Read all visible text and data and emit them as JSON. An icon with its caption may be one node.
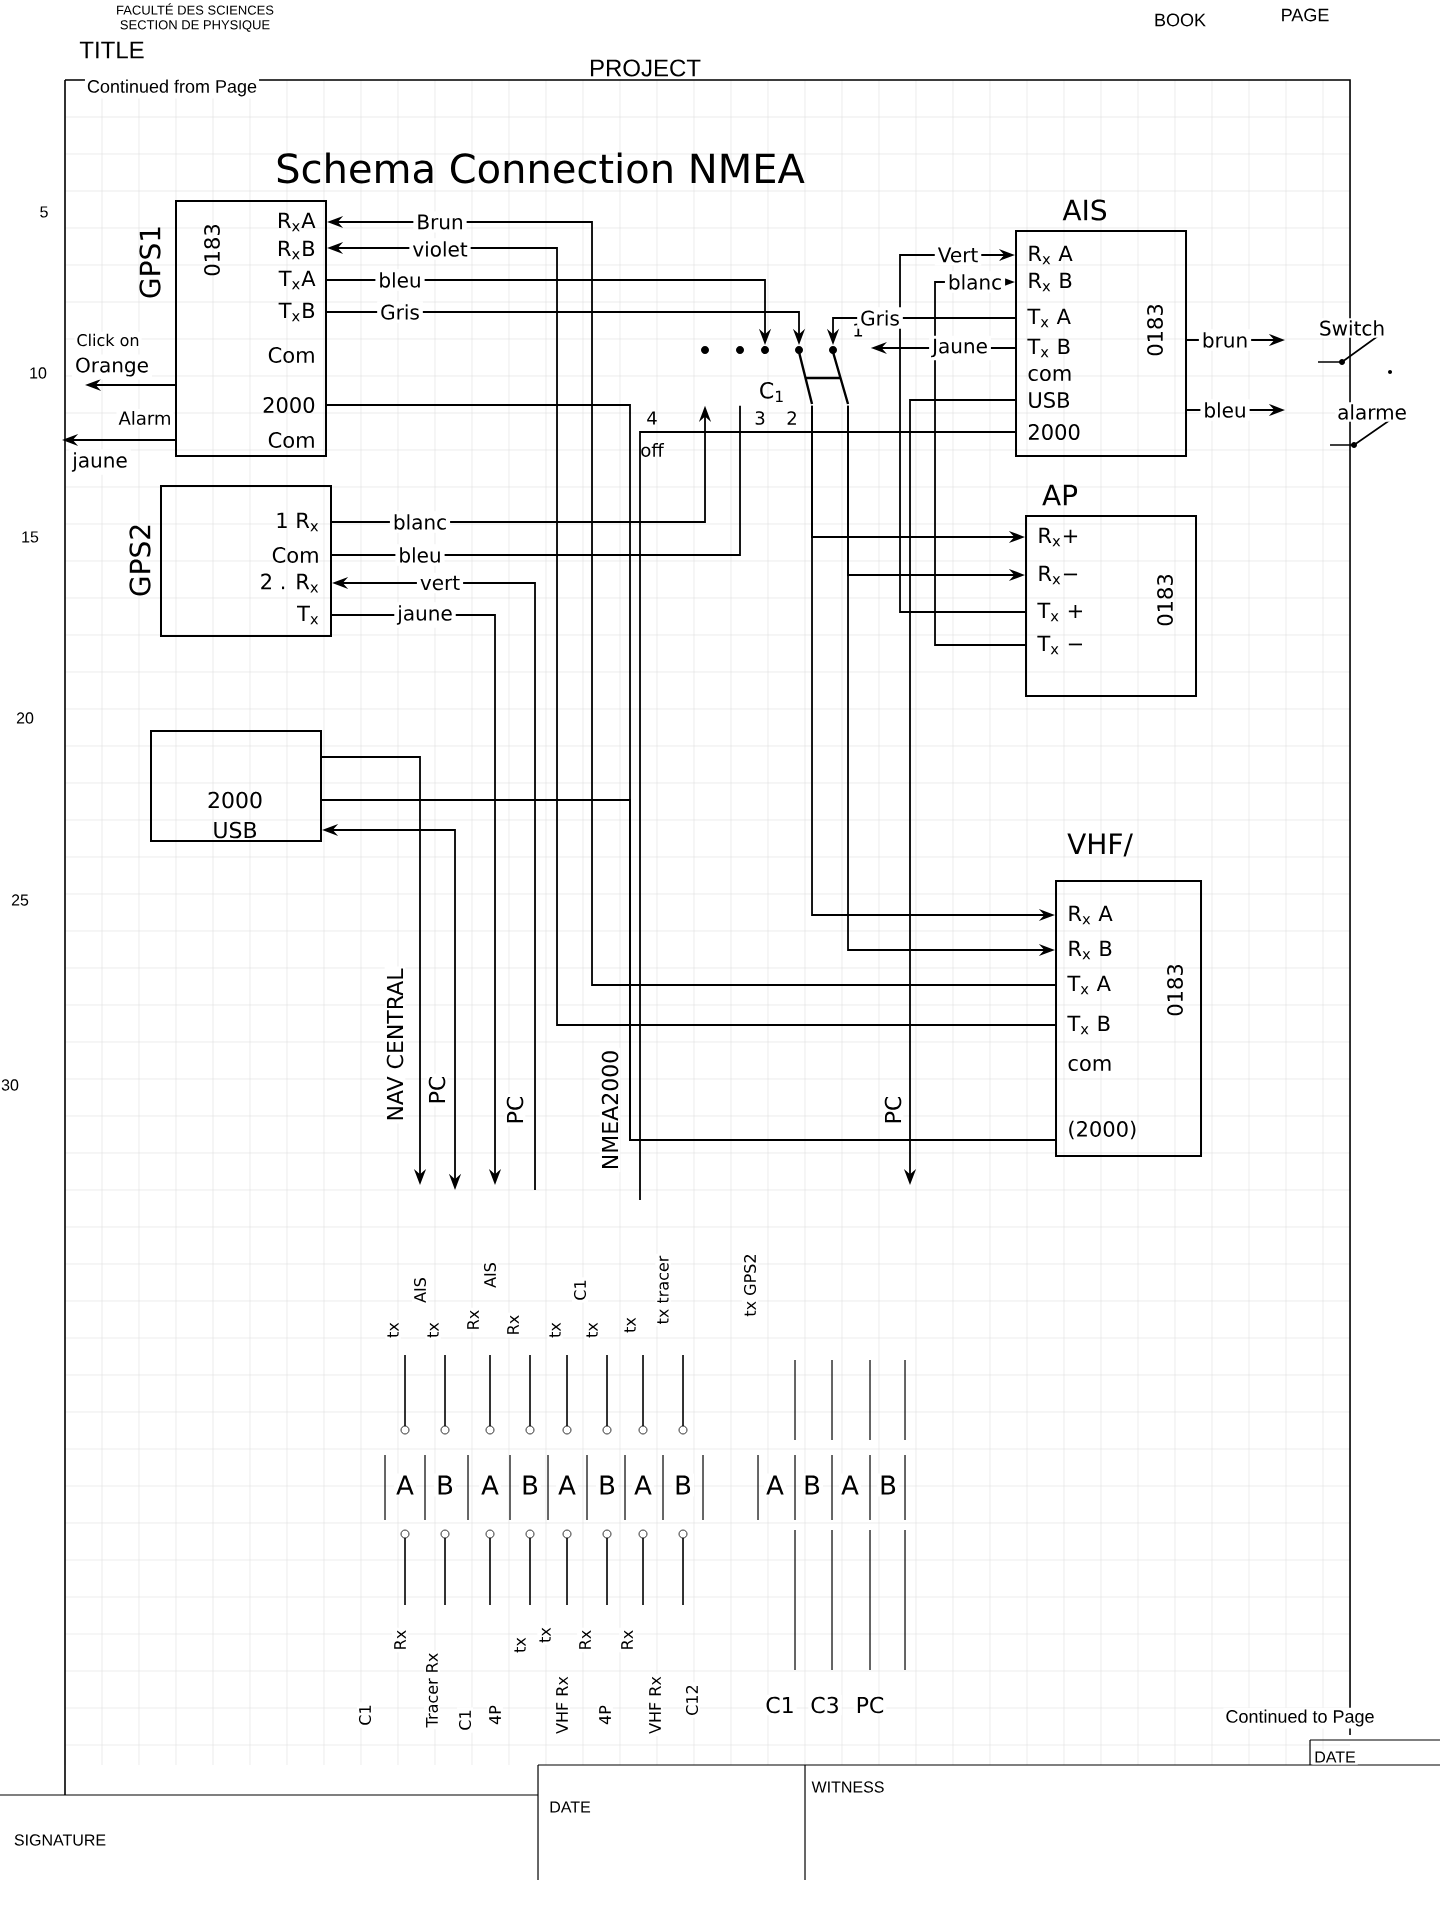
{
  "diagram": {
    "title": "Schema Connection NMEA",
    "nodes": [
      {
        "text": [
          "GPS1",
          "0183",
          "R$_{x}$A",
          "R$_{x}$B",
          "T$_{x}$A",
          "T$_{x}$B",
          "Com",
          "2000",
          "Com"
        ]
      },
      {
        "text": [
          "GPS2",
          "1 R$_{x}$",
          "Com",
          "2 . R$_{x}$",
          "T$_{x}$"
        ]
      },
      {
        "text": [
          "2000",
          "USB"
        ]
      },
      {
        "text": [
          "C$_{1}$"
        ],
        "beside": [
          "4",
          "off",
          "3",
          "2",
          "1"
        ]
      },
      {
        "text": [
          "AIS",
          "R$_{x}$ A",
          "R$_{x}$ B",
          "T$_{x}$ A",
          "T$_{x}$ B",
          "com",
          "USB",
          "2000",
          "0183"
        ]
      },
      {
        "text": [
          "AP",
          "R$_{x}$+",
          "R$_{x}$−",
          "T$_{x}$ +",
          "T$_{x}$ −",
          "0183"
        ]
      },
      {
        "text": [
          "VHF/",
          "R$_{x}$ A",
          "R$_{x}$ B",
          "T$_{x}$ A",
          "T$_{x}$ B",
          "com",
          "(2000)",
          "0183"
        ]
      }
    ],
    "edges": [
      {
        "from": 6,
        "to": 0,
        "arrow": "to",
        "label": "Brun"
      },
      {
        "from": 6,
        "to": 0,
        "arrow": "to",
        "label": "violet"
      },
      {
        "from": 0,
        "to": 3,
        "arrow": "to",
        "label": "bleu"
      },
      {
        "from": 0,
        "to": 3,
        "arrow": "to",
        "label": "Gris"
      },
      {
        "from": 0,
        "to": 6,
        "arrow": "none"
      },
      {
        "from": 2,
        "to": 6,
        "arrow": "none"
      },
      {
        "from": 4,
        "to": 6,
        "arrow": "none"
      },
      {
        "from": 1,
        "to": 3,
        "arrow": "to",
        "label": "blanc"
      },
      {
        "from": 1,
        "to": 3,
        "arrow": "none",
        "label": "bleu"
      },
      {
        "from": null,
        "to": 1,
        "arrow": "to",
        "label": "vert"
      },
      {
        "from": 1,
        "to": null,
        "arrow": "to",
        "label": "jaune"
      },
      {
        "from": 2,
        "to": null,
        "arrow": "to"
      },
      {
        "from": 2,
        "to": null,
        "arrow": "both"
      },
      {
        "from": 3,
        "to": 5,
        "arrow": "to"
      },
      {
        "from": 3,
        "to": 5,
        "arrow": "to"
      },
      {
        "from": 3,
        "to": 6,
        "arrow": "to"
      },
      {
        "from": 3,
        "to": 6,
        "arrow": "to"
      },
      {
        "from": 4,
        "to": 3,
        "arrow": "to",
        "label": "Gris"
      },
      {
        "from": 4,
        "to": 3,
        "arrow": "to",
        "label": "Jaune"
      },
      {
        "from": 4,
        "to": null,
        "arrow": "to"
      },
      {
        "from": 5,
        "to": 4,
        "arrow": "to",
        "label": "Vert"
      },
      {
        "from": 5,
        "to": 4,
        "arrow": "to",
        "label": "blanc"
      },
      {
        "from": 4,
        "to": null,
        "arrow": "to",
        "label": "brun"
      },
      {
        "from": 4,
        "to": null,
        "arrow": "to",
        "label": "bleu"
      },
      {
        "from": 0,
        "to": null,
        "arrow": "to",
        "label": "jaune"
      },
      {
        "from": 0,
        "to": null,
        "arrow": "to",
        "label": "Orange"
      }
    ],
    "labels": [
      "FACULTÉ DES SCIENCES",
      "SECTION DE PHYSIQUE",
      "BOOK",
      "PAGE",
      "TITLE",
      "PROJECT",
      "Continued from Page",
      "5",
      "10",
      "15",
      "20",
      "25",
      "30",
      "Click on",
      "Alarm",
      "Switch",
      "alarme",
      "NAV CENTRAL",
      "PC",
      "PC",
      "NMEA2000",
      "PC",
      "tx",
      "AIS",
      "tx",
      "Rx",
      "AIS",
      "Rx",
      "tx",
      "C1",
      "tx",
      "tx",
      "tx tracer",
      "tx GPS2",
      "A",
      "B",
      "A",
      "B",
      "A",
      "B",
      "A",
      "B",
      "A",
      "B",
      "A",
      "B",
      "C1",
      "Rx",
      "Tracer Rx",
      "C1",
      "4P",
      "tx",
      "tx",
      "VHF Rx",
      "Rx",
      "4P",
      "Rx",
      "VHF Rx",
      "C12",
      "C1",
      "C3",
      "PC",
      "Continued to Page",
      "DATE",
      "DATE",
      "WITNESS",
      "SIGNATURE"
    ]
  }
}
